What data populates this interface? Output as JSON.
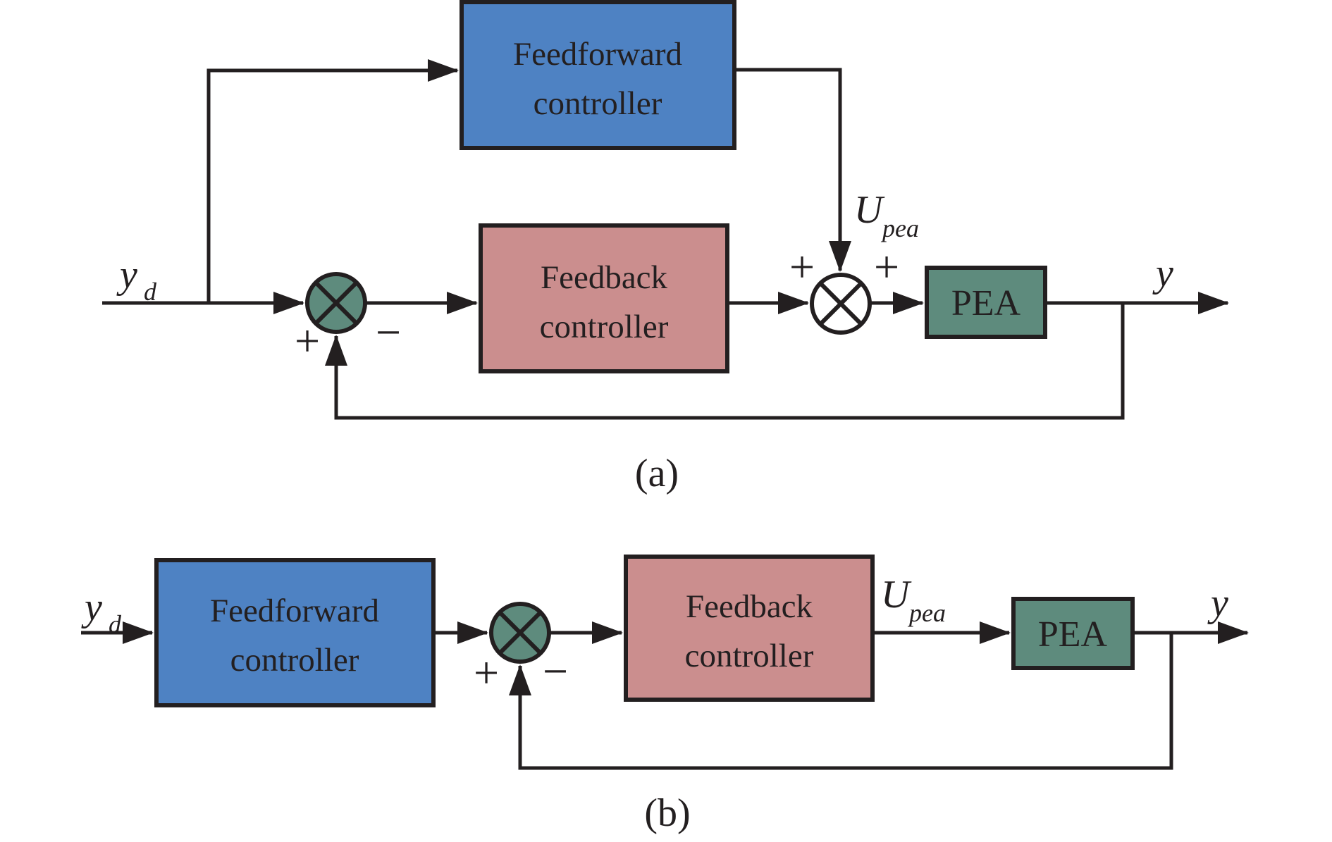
{
  "colors": {
    "block_blue": "#4e82c3",
    "block_pink": "#cb8e8e",
    "block_green": "#5e8b7d",
    "junction_green": "#5e8b7d",
    "junction_white": "#ffffff",
    "line": "#231f20",
    "background": "#ffffff"
  },
  "diagram_a": {
    "caption": "(a)",
    "feedforward": {
      "line1": "Feedforward",
      "line2": "controller"
    },
    "feedback": {
      "line1": "Feedback",
      "line2": "controller"
    },
    "plant": "PEA",
    "labels": {
      "input_main": "y",
      "input_sub": "d",
      "control_main": "U",
      "control_sub": "pea",
      "output": "y"
    },
    "signs": {
      "sum1_plus": "+",
      "sum1_minus": "−",
      "sum2_left": "+",
      "sum2_right": "+"
    }
  },
  "diagram_b": {
    "caption": "(b)",
    "feedforward": {
      "line1": "Feedforward",
      "line2": "controller"
    },
    "feedback": {
      "line1": "Feedback",
      "line2": "controller"
    },
    "plant": "PEA",
    "labels": {
      "input_main": "y",
      "input_sub": "d",
      "control_main": "U",
      "control_sub": "pea",
      "output": "y"
    },
    "signs": {
      "sum_plus": "+",
      "sum_minus": "−"
    }
  }
}
